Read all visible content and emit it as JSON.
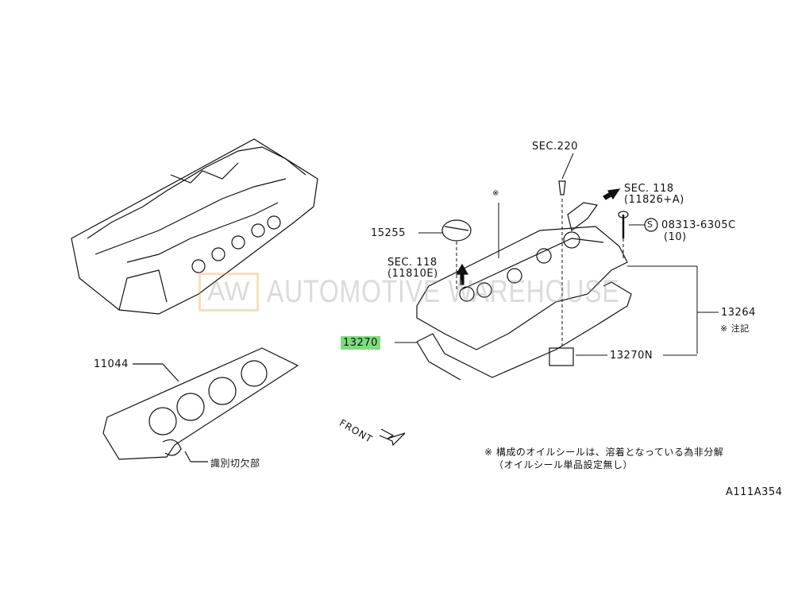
{
  "diagram_id": "A111A354",
  "watermark": {
    "logo": "AW",
    "text": "AUTOMOTIVE WAREHOUSE"
  },
  "labels": {
    "sec220": "SEC.220",
    "sec118_top": "SEC. 118",
    "sec118_top_ref": "(11826+A)",
    "bolt_part": "08313-6305C",
    "bolt_qty": "(10)",
    "bolt_symbol": "S",
    "oil_cap": "15255",
    "sec118_left": "SEC. 118",
    "sec118_left_ref": "(11810E)",
    "asterisk": "※",
    "cover_assy": "13264",
    "cover_note": "※ 注記",
    "gasket": "13270",
    "gasket_n": "13270N",
    "head_gasket": "11044",
    "notch_label": "識別切欠部",
    "front": "FRONT"
  },
  "notes": [
    "※ 構成のオイルシールは、溶着となっている為非分解",
    "（オイルシール単品設定無し）"
  ],
  "colors": {
    "highlight": "#7ddc7d",
    "line": "#111111",
    "watermark_box": "#e8a64a"
  }
}
